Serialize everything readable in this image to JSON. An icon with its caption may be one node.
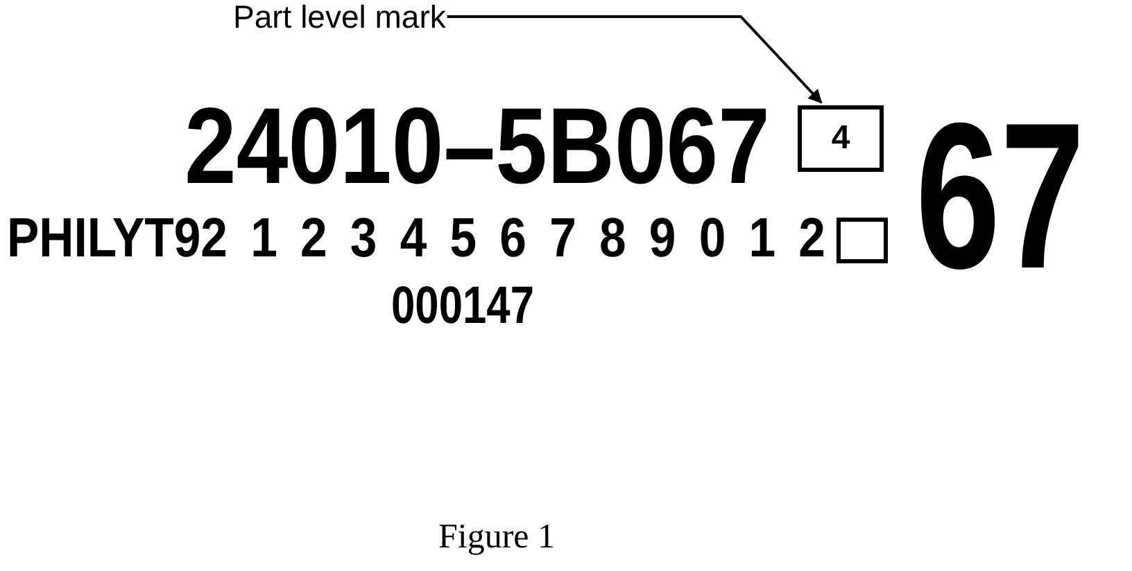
{
  "diagram": {
    "caption": "Figure 1",
    "nodes": [
      {
        "text": [
          "Part level mark"
        ]
      },
      {
        "text": [
          "4"
        ]
      },
      {
        "text": [],
        "shape": "box"
      }
    ],
    "edges": [
      {
        "from": 0,
        "to": 1,
        "arrow": "to"
      }
    ],
    "labels": [
      "24010–5B067",
      "PHILYT92 1 2 3 4 5 6 7 8 9 0 1 2",
      "000147",
      "67"
    ]
  }
}
